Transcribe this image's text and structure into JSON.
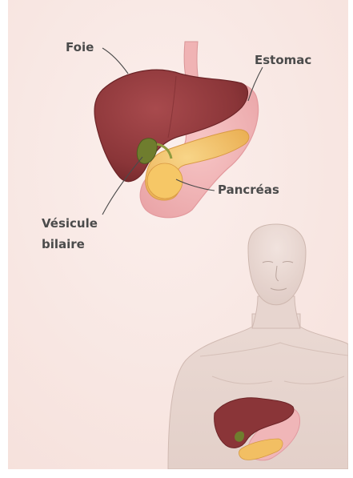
{
  "labels": {
    "liver": "Foie",
    "stomach": "Estomac",
    "pancreas": "Pancréas",
    "gallbladder_line1": "Vésicule",
    "gallbladder_line2": "bilaire"
  },
  "colors": {
    "background": "#f8e7e3",
    "liver": "#8f3a3e",
    "stomach": "#f2b6b8",
    "pancreas": "#f3c46a",
    "gallbladder": "#6f7d2e",
    "skin": "#e8d7d1",
    "label": "#4b4b4b"
  },
  "icons": [
    "liver-illustration",
    "stomach-illustration",
    "pancreas-illustration",
    "gallbladder-illustration",
    "human-torso-illustration"
  ]
}
